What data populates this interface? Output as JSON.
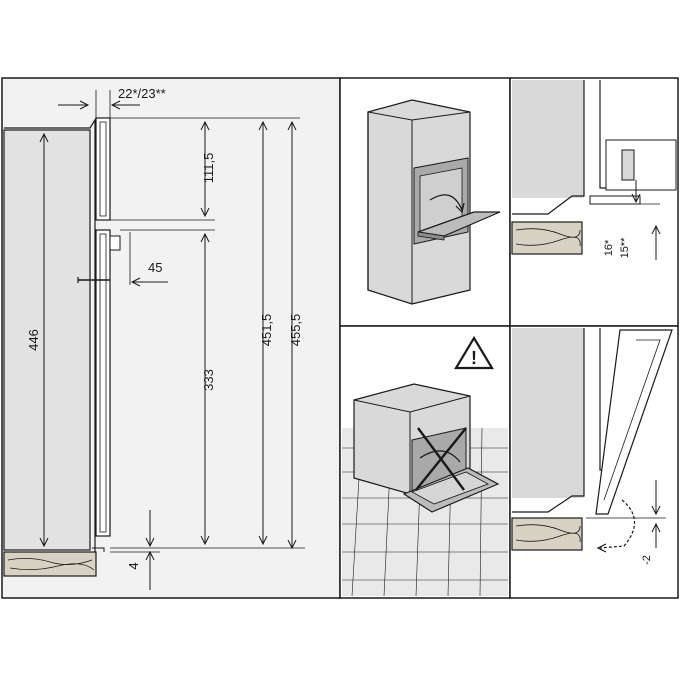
{
  "labels": {
    "top_width": "22*/23**",
    "d_111_5": "111,5",
    "d_45": "45",
    "d_446": "446",
    "d_333": "333",
    "d_451_5": "451,5",
    "d_455_5": "455,5",
    "d_4": "4",
    "d_16": "16*",
    "d_15": "15**",
    "d_minus2": "-2",
    "warning_mark": "!"
  },
  "colors": {
    "panel_bg": "#f2f2f2",
    "wall": "#d9d9d9",
    "appliance": "#c8c8c8",
    "stroke": "#1a1a1a",
    "floor_tile": "#e9e9e9"
  }
}
